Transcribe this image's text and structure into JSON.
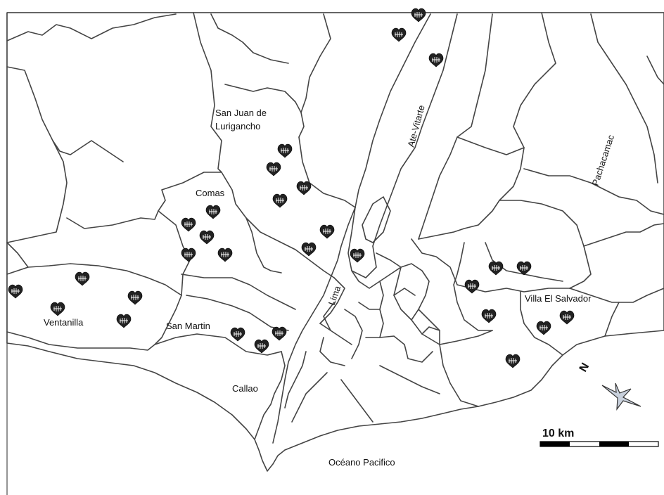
{
  "labels": {
    "sjl_line1": "San Juan de",
    "sjl_line2": "Lurigancho",
    "ate": "Ate-Vitarte",
    "pachacamac": "Pachacamac",
    "comas": "Comas",
    "lima": "Lima",
    "ventanilla": "Ventanilla",
    "san_martin": "San Martin",
    "villa_el_salvador": "Villa El Salvador",
    "callao": "Callao",
    "ocean": "Océano Pacifico"
  },
  "scale": {
    "label": "10 km"
  },
  "north_symbol": "N",
  "icons": {
    "marker": "heart-marker-icon",
    "compass": "north-arrow-icon"
  },
  "colors": {
    "line": "#444444",
    "marker": "#222222",
    "compass_fill": "#c8d0dc"
  }
}
